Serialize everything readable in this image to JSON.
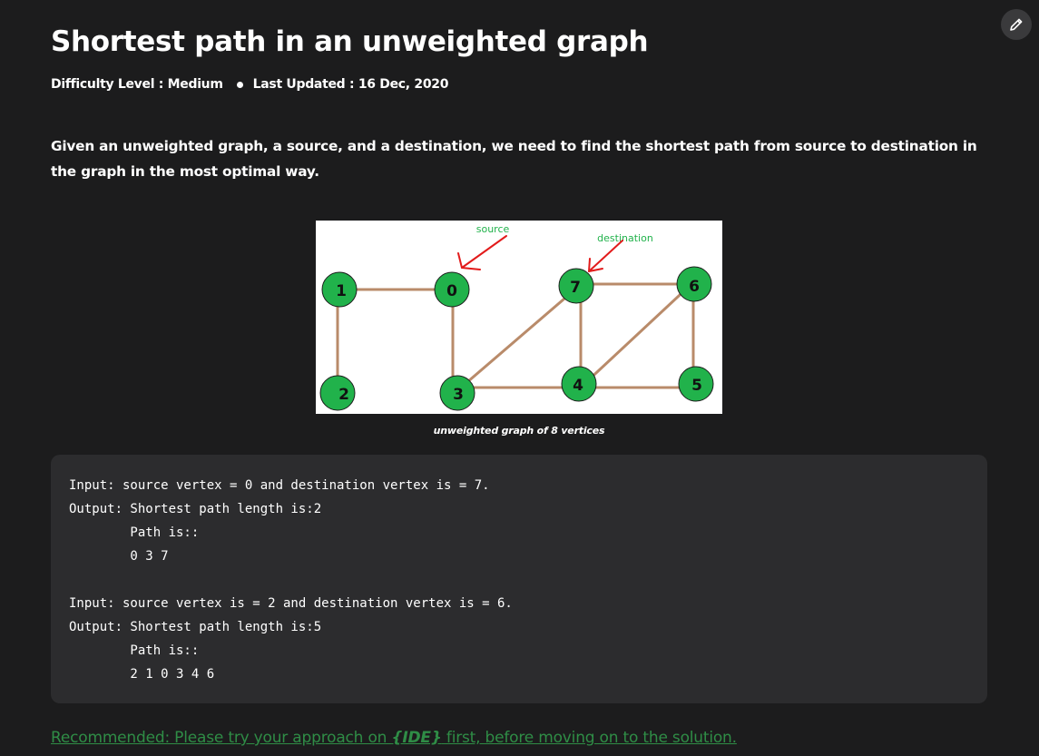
{
  "article": {
    "title": "Shortest path in an unweighted graph",
    "difficulty": "Difficulty Level : Medium",
    "last_updated": "Last Updated : 16 Dec, 2020",
    "intro": "Given an unweighted graph, a source, and a destination, we need to find the shortest path from source to destination in the graph in the most optimal way."
  },
  "figure": {
    "source_label": "source",
    "destination_label": "destination",
    "nodes": [
      "1",
      "0",
      "7",
      "6",
      "2",
      "3",
      "4",
      "5"
    ],
    "caption": "unweighted graph of 8 vertices"
  },
  "code_example": {
    "lines": [
      "Input: source vertex = 0 and destination vertex is = 7.",
      "Output: Shortest path length is:2",
      "        Path is::",
      "        0 3 7",
      "",
      "Input: source vertex is = 2 and destination vertex is = 6.",
      "Output: Shortest path length is:5",
      "        Path is::",
      "        2 1 0 3 4 6"
    ]
  },
  "recommendation": {
    "prefix": "Recommended: Please try your approach on ",
    "ide": "{IDE}",
    "suffix": " first, before moving on to the solution."
  },
  "colors": {
    "background": "#1c1c1d",
    "code_background": "#2c2c2e",
    "node_fill": "#21b24b",
    "edge": "#b98b6a",
    "arrow": "#e21b1b",
    "link_green": "#2f8d46"
  }
}
